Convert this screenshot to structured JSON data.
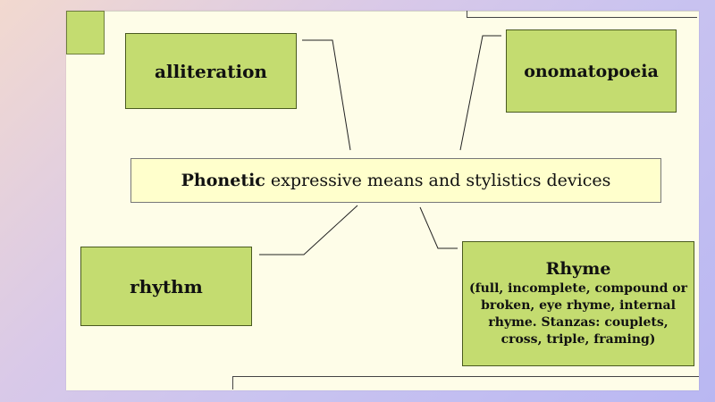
{
  "diagram": {
    "center": {
      "bold": "Phonetic",
      "rest": "expressive means and stylistics devices"
    },
    "nodes": {
      "alliteration": "alliteration",
      "onomatopoeia": "onomatopoeia",
      "rhythm": "rhythm",
      "rhyme_title": "Rhyme",
      "rhyme_desc": "(full, incomplete, compound or broken, eye rhyme, internal rhyme. Stanzas: couplets, cross, triple, framing)"
    }
  },
  "colors": {
    "node_fill": "#c4dc70",
    "center_fill": "#ffffcc",
    "slide_bg": "#fefde8"
  }
}
